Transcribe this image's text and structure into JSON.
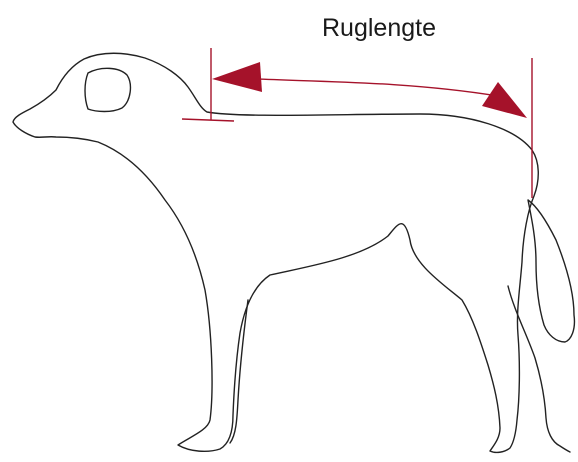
{
  "diagram": {
    "measurement_label": "Ruglengte",
    "colors": {
      "outline": "#222222",
      "measure": "#a5122a",
      "background": "#ffffff"
    },
    "icons": [
      "dog-outline",
      "arrow-left",
      "arrow-right"
    ]
  }
}
